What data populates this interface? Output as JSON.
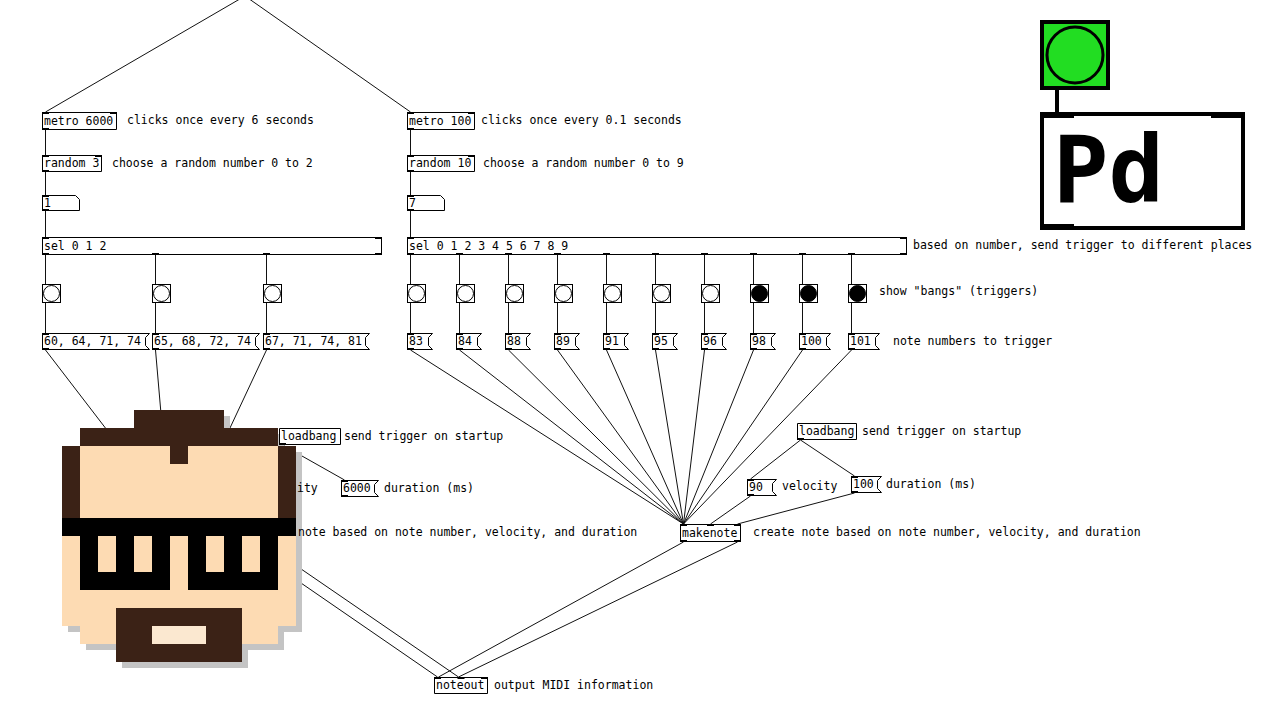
{
  "diagram": {
    "nodes": [
      {
        "text": [
          "metro 6000"
        ]
      },
      {
        "text": [
          "metro 100"
        ]
      },
      {
        "text": [
          "Pd"
        ]
      },
      {
        "text": [
          "random 3"
        ]
      },
      {
        "text": [
          "random 10"
        ]
      },
      {
        "text": [
          "1"
        ]
      },
      {
        "text": [
          "7"
        ]
      },
      {
        "text": [
          "sel 0 1 2"
        ]
      },
      {
        "text": [
          "sel 0 1 2 3 4 5 6 7 8 9"
        ]
      },
      {
        "text": [
          "60, 64, 71, 74"
        ]
      },
      {
        "text": [
          "65, 68, 72, 74"
        ]
      },
      {
        "text": [
          "67, 71, 74, 81"
        ]
      },
      {
        "text": [
          "83"
        ]
      },
      {
        "text": [
          "84"
        ]
      },
      {
        "text": [
          "88"
        ]
      },
      {
        "text": [
          "89"
        ]
      },
      {
        "text": [
          "91"
        ]
      },
      {
        "text": [
          "95"
        ]
      },
      {
        "text": [
          "96"
        ]
      },
      {
        "text": [
          "98"
        ]
      },
      {
        "text": [
          "100"
        ]
      },
      {
        "text": [
          "101"
        ]
      },
      {
        "text": [
          "loadbang"
        ]
      },
      {
        "text": [
          "loadbang"
        ]
      },
      {
        "text": [
          "6000"
        ]
      },
      {
        "text": [
          "90"
        ]
      },
      {
        "text": [
          "100"
        ]
      },
      {
        "text": [
          "makenote"
        ]
      },
      {
        "text": [
          "noteout"
        ]
      }
    ],
    "edges": [
      {
        "from": 0,
        "to": 3,
        "arrow": "none"
      },
      {
        "from": 3,
        "to": 5,
        "arrow": "none"
      },
      {
        "from": 5,
        "to": 7,
        "arrow": "none"
      },
      {
        "from": 7,
        "to": 9,
        "arrow": "none"
      },
      {
        "from": 7,
        "to": 10,
        "arrow": "none"
      },
      {
        "from": 7,
        "to": 11,
        "arrow": "none"
      },
      {
        "from": 1,
        "to": 4,
        "arrow": "none"
      },
      {
        "from": 4,
        "to": 6,
        "arrow": "none"
      },
      {
        "from": 6,
        "to": 8,
        "arrow": "none"
      },
      {
        "from": 8,
        "to": 12,
        "arrow": "none"
      },
      {
        "from": 8,
        "to": 13,
        "arrow": "none"
      },
      {
        "from": 8,
        "to": 14,
        "arrow": "none"
      },
      {
        "from": 8,
        "to": 15,
        "arrow": "none"
      },
      {
        "from": 8,
        "to": 16,
        "arrow": "none"
      },
      {
        "from": 8,
        "to": 17,
        "arrow": "none"
      },
      {
        "from": 8,
        "to": 18,
        "arrow": "none"
      },
      {
        "from": 8,
        "to": 19,
        "arrow": "none"
      },
      {
        "from": 8,
        "to": 20,
        "arrow": "none"
      },
      {
        "from": 8,
        "to": 21,
        "arrow": "none"
      },
      {
        "from": 22,
        "to": 24,
        "arrow": "none"
      },
      {
        "from": 12,
        "to": 27,
        "arrow": "none"
      },
      {
        "from": 13,
        "to": 27,
        "arrow": "none"
      },
      {
        "from": 14,
        "to": 27,
        "arrow": "none"
      },
      {
        "from": 15,
        "to": 27,
        "arrow": "none"
      },
      {
        "from": 16,
        "to": 27,
        "arrow": "none"
      },
      {
        "from": 17,
        "to": 27,
        "arrow": "none"
      },
      {
        "from": 18,
        "to": 27,
        "arrow": "none"
      },
      {
        "from": 19,
        "to": 27,
        "arrow": "none"
      },
      {
        "from": 20,
        "to": 27,
        "arrow": "none"
      },
      {
        "from": 21,
        "to": 27,
        "arrow": "none"
      },
      {
        "from": 23,
        "to": 25,
        "arrow": "none"
      },
      {
        "from": 23,
        "to": 26,
        "arrow": "none"
      },
      {
        "from": 25,
        "to": 27,
        "arrow": "none"
      },
      {
        "from": 26,
        "to": 27,
        "arrow": "none"
      },
      {
        "from": 27,
        "to": 28,
        "arrow": "none"
      },
      {
        "from": 27,
        "to": 28,
        "arrow": "none"
      }
    ],
    "labels": [
      "clicks once every 6 seconds",
      "clicks once every 0.1 seconds",
      "choose a random number 0 to 2",
      "choose a random number 0 to 9",
      "based on number, send trigger to different places",
      "show \"bangs\" (triggers)",
      "note numbers to trigger",
      "send trigger on startup",
      "send trigger on startup",
      "ity",
      "duration (ms)",
      "velocity",
      "duration (ms)",
      "note based on note number, velocity, and duration",
      "create note based on note number, velocity, and duration",
      "output MIDI information"
    ]
  }
}
